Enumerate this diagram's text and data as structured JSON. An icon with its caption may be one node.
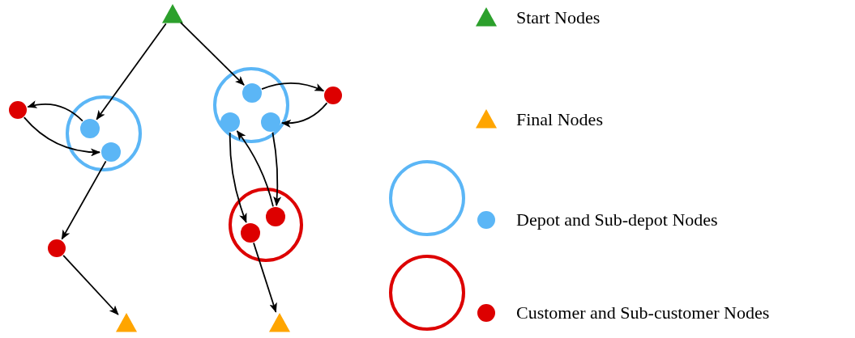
{
  "diagram": {
    "nodes": [
      {
        "text": [],
        "shape": "triangle"
      },
      {
        "text": [],
        "shape": "circle"
      },
      {
        "text": [],
        "shape": "circle"
      },
      {
        "text": [],
        "shape": "circle"
      },
      {
        "text": [],
        "shape": "circle",
        "in": 1
      },
      {
        "text": [],
        "shape": "circle",
        "in": 1
      },
      {
        "text": [],
        "shape": "circle",
        "in": 2
      },
      {
        "text": [],
        "shape": "circle"
      },
      {
        "text": [],
        "shape": "circle",
        "in": 2
      },
      {
        "text": [],
        "shape": "circle",
        "in": 2
      },
      {
        "text": [],
        "shape": "circle"
      },
      {
        "text": [],
        "shape": "circle",
        "in": 10
      },
      {
        "text": [],
        "shape": "circle",
        "in": 10
      },
      {
        "text": [],
        "shape": "circle"
      },
      {
        "text": [],
        "shape": "triangle"
      },
      {
        "text": [],
        "shape": "triangle"
      }
    ],
    "edges": [
      {
        "from": 0,
        "to": 4,
        "arrow": "to"
      },
      {
        "from": 0,
        "to": 6,
        "arrow": "to"
      },
      {
        "from": 4,
        "to": 3,
        "arrow": "to"
      },
      {
        "from": 3,
        "to": 5,
        "arrow": "to"
      },
      {
        "from": 5,
        "to": 13,
        "arrow": "to"
      },
      {
        "from": 13,
        "to": 14,
        "arrow": "to"
      },
      {
        "from": 6,
        "to": 7,
        "arrow": "to"
      },
      {
        "from": 7,
        "to": 9,
        "arrow": "to"
      },
      {
        "from": 8,
        "to": 12,
        "arrow": "to"
      },
      {
        "from": 11,
        "to": 8,
        "arrow": "to"
      },
      {
        "from": 9,
        "to": 11,
        "arrow": "to"
      },
      {
        "from": 12,
        "to": 15,
        "arrow": "to"
      }
    ],
    "legend": [
      {
        "text": "Start Nodes"
      },
      {
        "text": "Final Nodes"
      },
      {
        "text": "Depot and Sub-depot Nodes"
      },
      {
        "text": "Customer and Sub-customer Nodes"
      }
    ]
  }
}
